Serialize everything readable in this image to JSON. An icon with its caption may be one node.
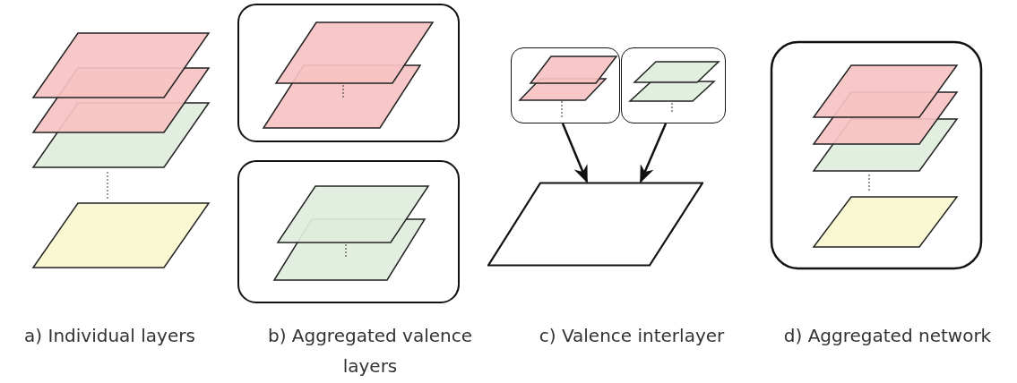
{
  "diagram": {
    "nodes": [
      {
        "text": [],
        "shape": "box"
      },
      {
        "text": [],
        "shape": "box"
      },
      {
        "text": [],
        "shape": "parallelogram"
      }
    ],
    "edges": [
      {
        "from": 0,
        "to": 2,
        "arrow": "to"
      },
      {
        "from": 1,
        "to": 2,
        "arrow": "to"
      }
    ],
    "labels": [
      "a) Individual layers",
      "b) Aggregated valence layers",
      "c) Valence interlayer",
      "d) Aggregated network"
    ]
  }
}
